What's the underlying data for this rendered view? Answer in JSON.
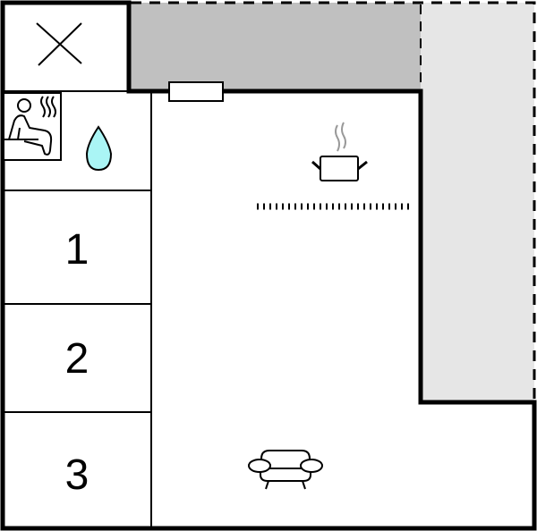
{
  "floorplan": {
    "colors": {
      "wall": "#000000",
      "terrace": "#c0c0c0",
      "outdoor": "#e6e6e6",
      "water": "#aaf5f5",
      "steam": "#999999",
      "background": "#ffffff"
    },
    "rooms": [
      {
        "id": "void",
        "label": "",
        "icon": "x-cross-icon"
      },
      {
        "id": "bathroom",
        "label": "",
        "icon": [
          "sauna-icon",
          "water-drop-icon"
        ]
      },
      {
        "id": "bedroom-1",
        "label": "1"
      },
      {
        "id": "bedroom-2",
        "label": "2"
      },
      {
        "id": "bedroom-3",
        "label": "3"
      },
      {
        "id": "living",
        "label": "",
        "icon": [
          "kitchen-pot-icon",
          "sofa-icon"
        ]
      },
      {
        "id": "terrace",
        "label": "",
        "fill": "terrace"
      },
      {
        "id": "outdoor-area",
        "label": "",
        "fill": "outdoor"
      }
    ],
    "bedrooms": {
      "one": "1",
      "two": "2",
      "three": "3"
    }
  }
}
